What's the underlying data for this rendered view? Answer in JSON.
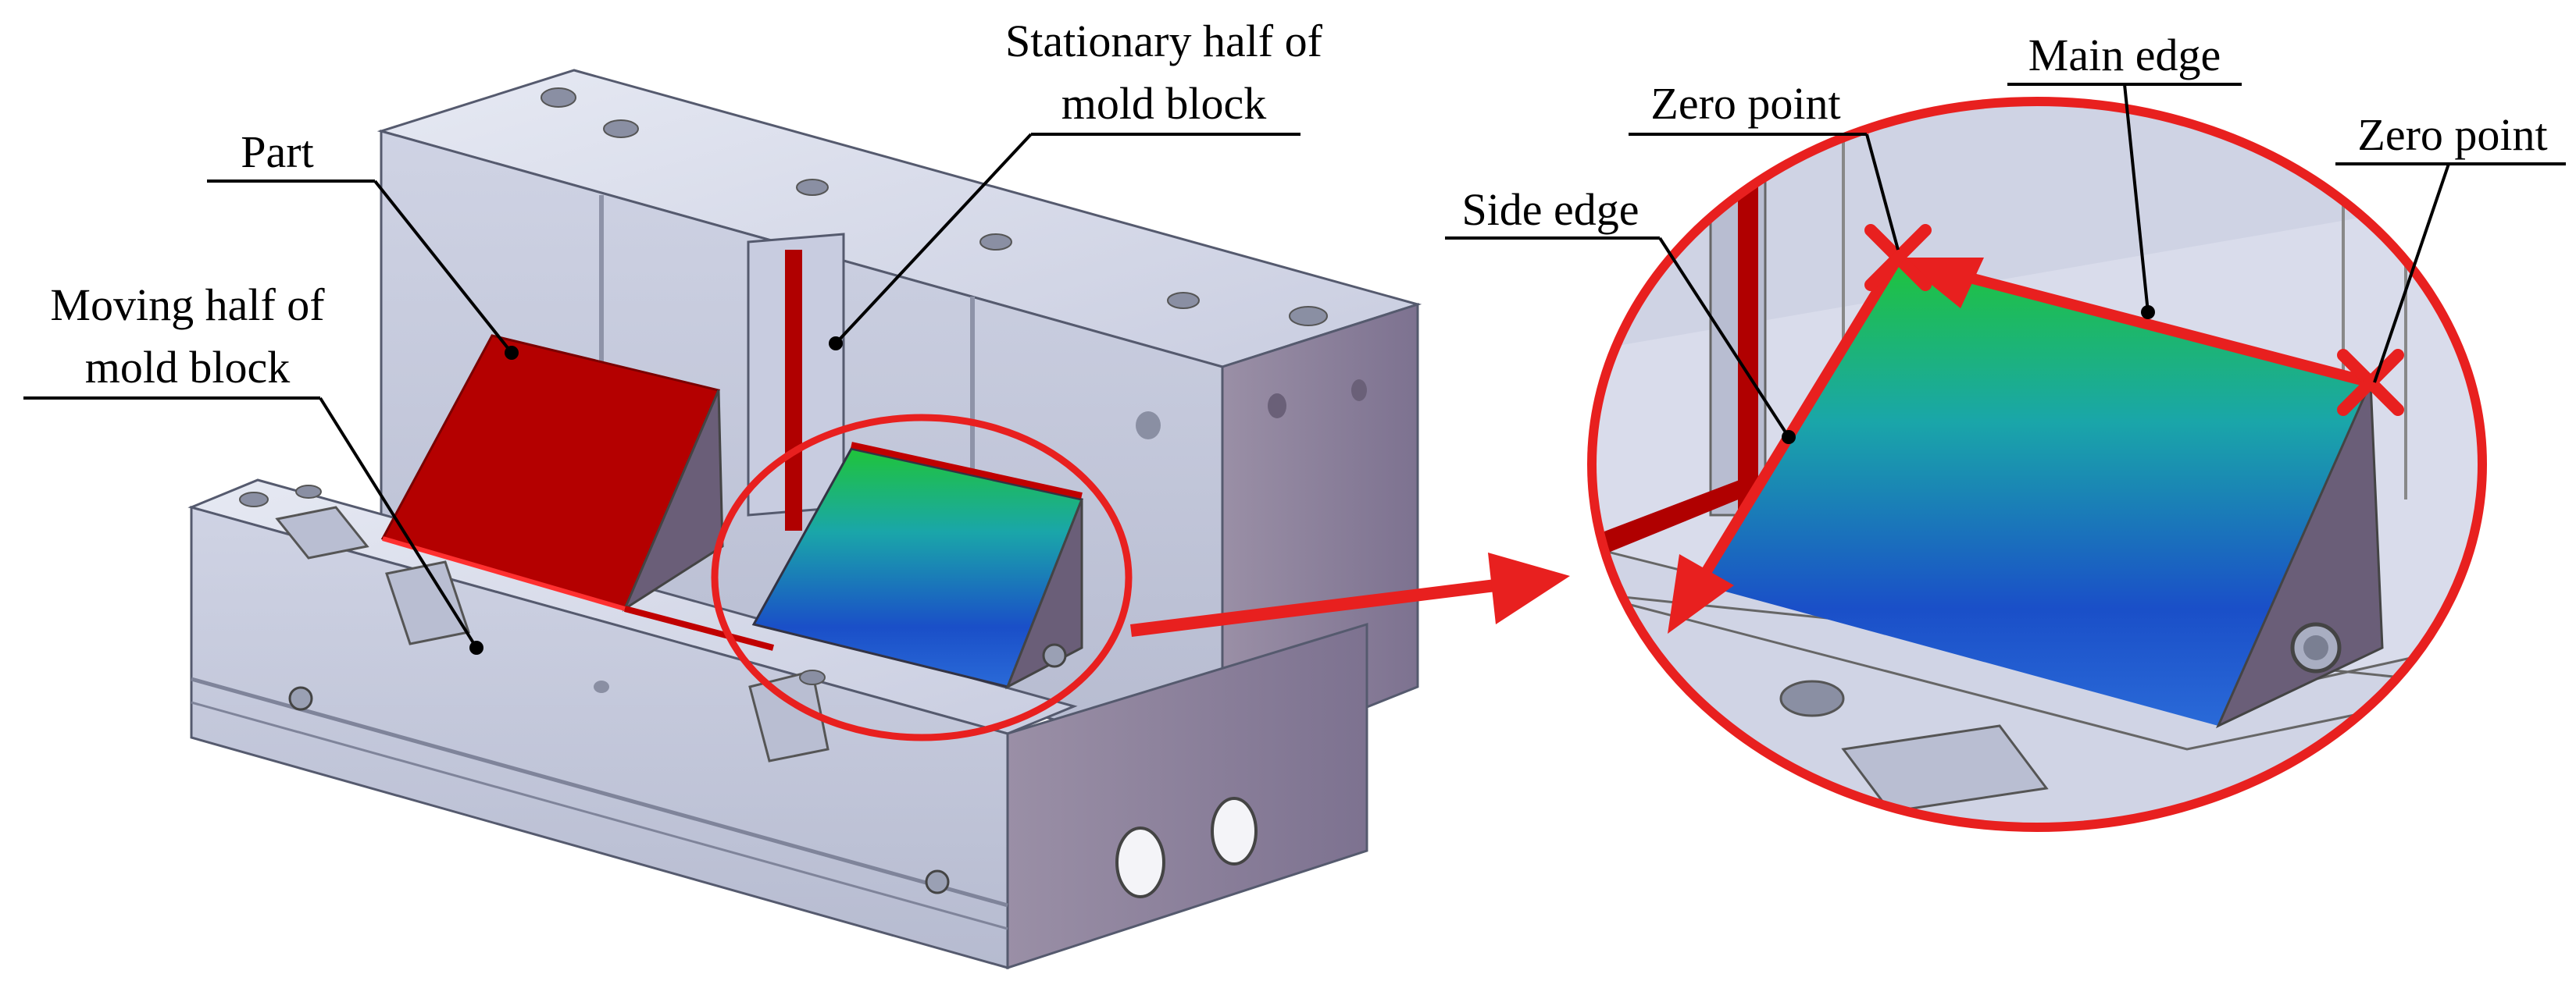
{
  "labels": {
    "part": "Part",
    "moving_line1": "Moving half of",
    "moving_line2": "mold block",
    "stationary_line1": "Stationary half of",
    "stationary_line2": "mold block",
    "side_edge": "Side edge",
    "zero_point_left": "Zero point",
    "main_edge": "Main edge",
    "zero_point_right": "Zero point"
  },
  "colors": {
    "highlight_red": "#e8201f",
    "part_red": "#b40000",
    "block_light": "#d7dbe9",
    "block_mid": "#c3c8dc",
    "block_dark": "#8a7f98",
    "surface_green": "#1fc43a",
    "surface_teal": "#1aa6a9",
    "surface_blue": "#1a4fc8"
  }
}
